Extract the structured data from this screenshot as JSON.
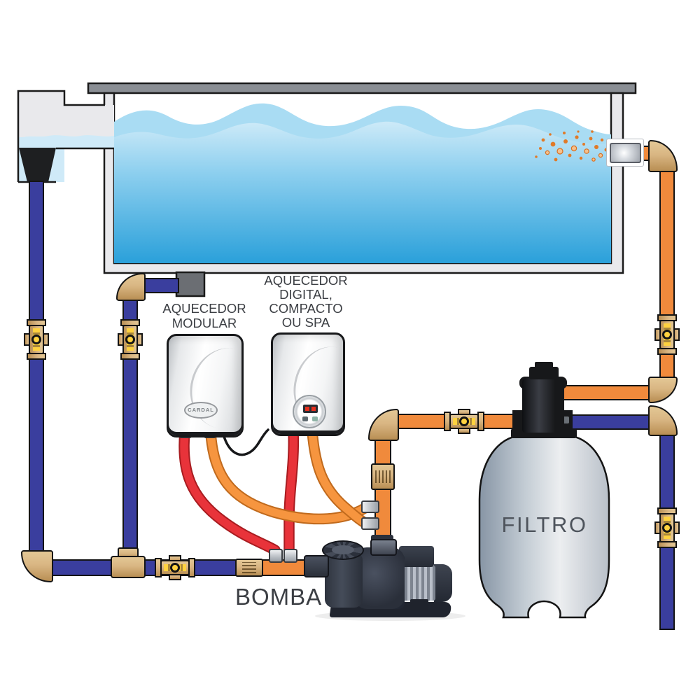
{
  "diagram": {
    "type": "pool-heating-and-filtration-plumbing-diagram",
    "labels": {
      "heater_modular_line1": "AQUECEDOR",
      "heater_modular_line2": "MODULAR",
      "heater_digital_line1": "AQUECEDOR",
      "heater_digital_line2": "DIGITAL,",
      "heater_digital_line3": "COMPACTO",
      "heater_digital_line4": "OU SPA",
      "pump": "BOMBA",
      "filter": "FILTRO",
      "heater_brand": "CARDAL"
    },
    "colors": {
      "blue_pipe": "#3a3e9e",
      "orange_pipe": "#f08a3c",
      "red_pipe": "#e23028",
      "brass": "#d9b683",
      "valve_yellow": "#ffd23f",
      "water_deep": "#2aa0da",
      "water_light": "#a9dcf3",
      "tank_gray": "#aeb9c4",
      "deck_gray": "#8a8e94",
      "label_text": "#3c3f44"
    },
    "pool": {
      "bubbles": [
        [
          872,
          206,
          2,
          0
        ],
        [
          866,
          214,
          2.5,
          0
        ],
        [
          869,
          224,
          1.8,
          0
        ],
        [
          860,
          200,
          2.2,
          0
        ],
        [
          858,
          222,
          2.6,
          1
        ],
        [
          852,
          210,
          3,
          0
        ],
        [
          848,
          228,
          2.2,
          1
        ],
        [
          844,
          198,
          2.4,
          0
        ],
        [
          838,
          216,
          3.2,
          1
        ],
        [
          834,
          206,
          2,
          0
        ],
        [
          830,
          226,
          2.2,
          0
        ],
        [
          824,
          196,
          2.6,
          0
        ],
        [
          820,
          212,
          3.6,
          1
        ],
        [
          814,
          222,
          2.4,
          0
        ],
        [
          808,
          202,
          3,
          0
        ],
        [
          800,
          216,
          4,
          1
        ],
        [
          794,
          228,
          2.4,
          0
        ],
        [
          790,
          206,
          3.4,
          0
        ],
        [
          782,
          218,
          2.6,
          1
        ],
        [
          776,
          200,
          2.4,
          0
        ],
        [
          772,
          212,
          2,
          0
        ],
        [
          766,
          224,
          1.8,
          0
        ],
        [
          786,
          192,
          1.8,
          0
        ],
        [
          806,
          190,
          2,
          0
        ],
        [
          826,
          188,
          1.6,
          0
        ],
        [
          846,
          188,
          1.8,
          0
        ]
      ]
    }
  }
}
